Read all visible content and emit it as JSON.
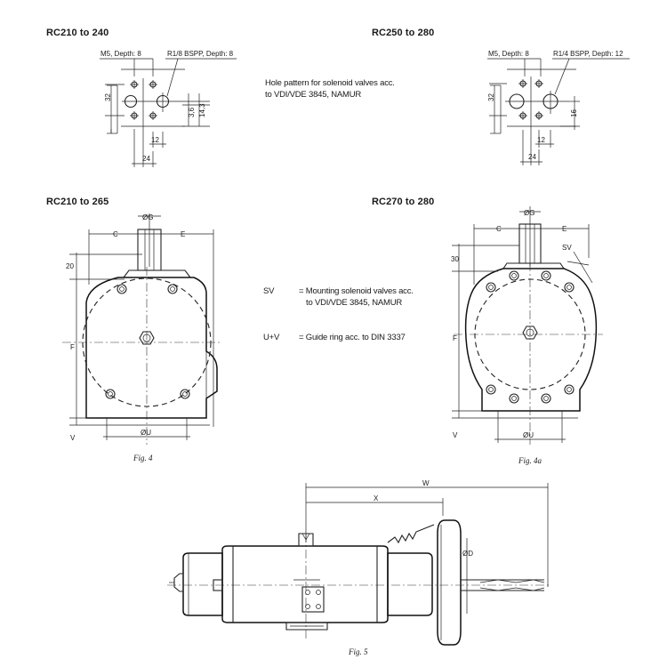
{
  "headings": {
    "top_left": "RC210 to 240",
    "top_right": "RC250 to 280",
    "mid_left": "RC210 to 265",
    "mid_right": "RC270 to 280"
  },
  "hole_pattern_note": {
    "line1": "Hole pattern for solenoid valves acc.",
    "line2": "to VDI/VDE 3845, NAMUR"
  },
  "legend": {
    "sv_key": "SV",
    "sv_line1": "= Mounting solenoid valves acc.",
    "sv_line2": "to VDI/VDE 3845, NAMUR",
    "uv_key": "U+V",
    "uv_line1": "= Guide ring acc. to DIN 3337"
  },
  "hole_pattern_small": {
    "m5_label": "M5, Depth: 8",
    "port_label": "R1/8 BSPP, Depth: 8",
    "dim_32": "32",
    "dim_12": "12",
    "dim_24": "24",
    "dim_3_6": "3,6",
    "dim_14_3": "14,3"
  },
  "hole_pattern_large": {
    "m5_label": "M5, Depth: 8",
    "port_label": "R1/4 BSPP, Depth: 12",
    "dim_32": "32",
    "dim_16": "16",
    "dim_12": "12",
    "dim_24": "24"
  },
  "fig4": {
    "c": "C",
    "e": "E",
    "g": "ØG",
    "d20": "20",
    "f": "F",
    "v": "V",
    "u": "ØU",
    "caption": "Fig. 4"
  },
  "fig4a": {
    "c": "C",
    "e": "E",
    "g": "ØG",
    "sv": "SV",
    "d30": "30",
    "f": "F",
    "v": "V",
    "u": "ØU",
    "caption": "Fig. 4a"
  },
  "fig5": {
    "w": "W",
    "x": "X",
    "d": "ØD",
    "caption": "Fig. 5"
  },
  "colors": {
    "line": "#222222",
    "background": "#ffffff"
  }
}
